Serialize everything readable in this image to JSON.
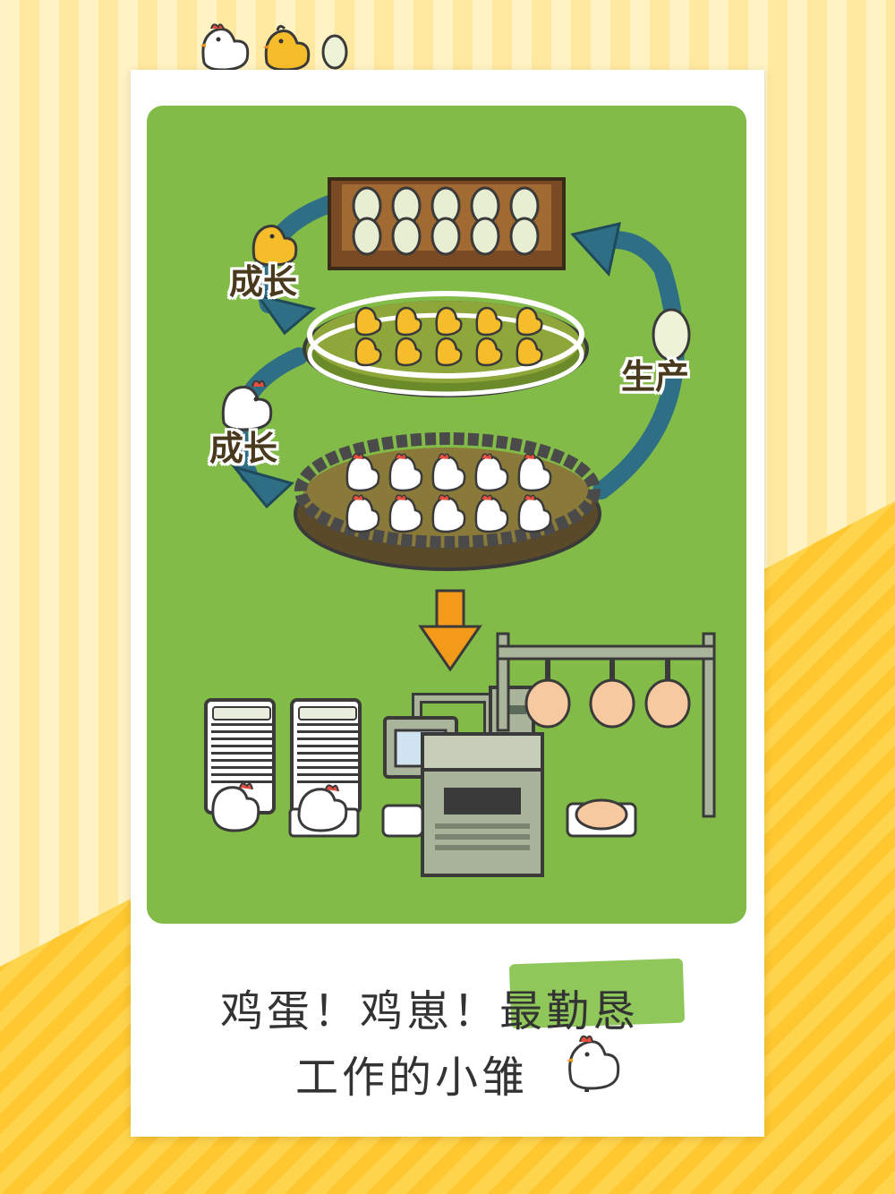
{
  "labels": {
    "grow_top": "成长",
    "grow_bottom": "成长",
    "produce": "生产"
  },
  "slogan": {
    "line1_part1": "鸡蛋！鸡崽！",
    "line1_highlight": "最勤恳",
    "line2": "工作的小雏",
    "line2_end": "!"
  },
  "colors": {
    "panel_green": "#82bb47",
    "highlight_green": "#8fc75a",
    "arrow_blue": "#2f6f86",
    "arrow_orange": "#f39a1a",
    "chick_yellow": "#f5bd2a"
  },
  "icons": [
    "chicken-icon",
    "chick-icon",
    "egg-icon"
  ]
}
